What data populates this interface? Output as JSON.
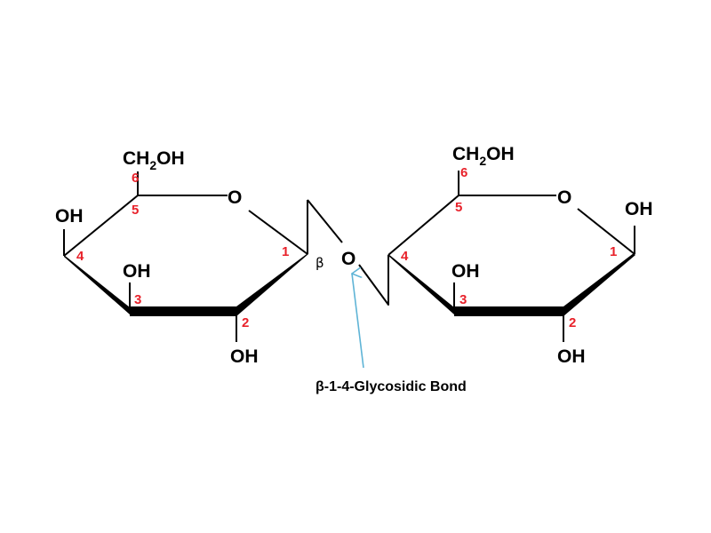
{
  "colors": {
    "bond": "#000000",
    "carbon_number": "#e8212a",
    "arrow": "#5fb4d6"
  },
  "labels": {
    "ring_oxygen": "O",
    "bridge_oxygen": "O",
    "hydroxyl": "OH",
    "ch2oh_prefix": "CH",
    "ch2oh_sub": "2",
    "ch2oh_suffix": "OH",
    "beta": "β",
    "caption": "β-1-4-Glycosidic Bond"
  },
  "left_ring": {
    "carbon_numbers": [
      "1",
      "2",
      "3",
      "4",
      "5",
      "6"
    ]
  },
  "right_ring": {
    "carbon_numbers": [
      "1",
      "2",
      "3",
      "4",
      "5",
      "6"
    ]
  }
}
